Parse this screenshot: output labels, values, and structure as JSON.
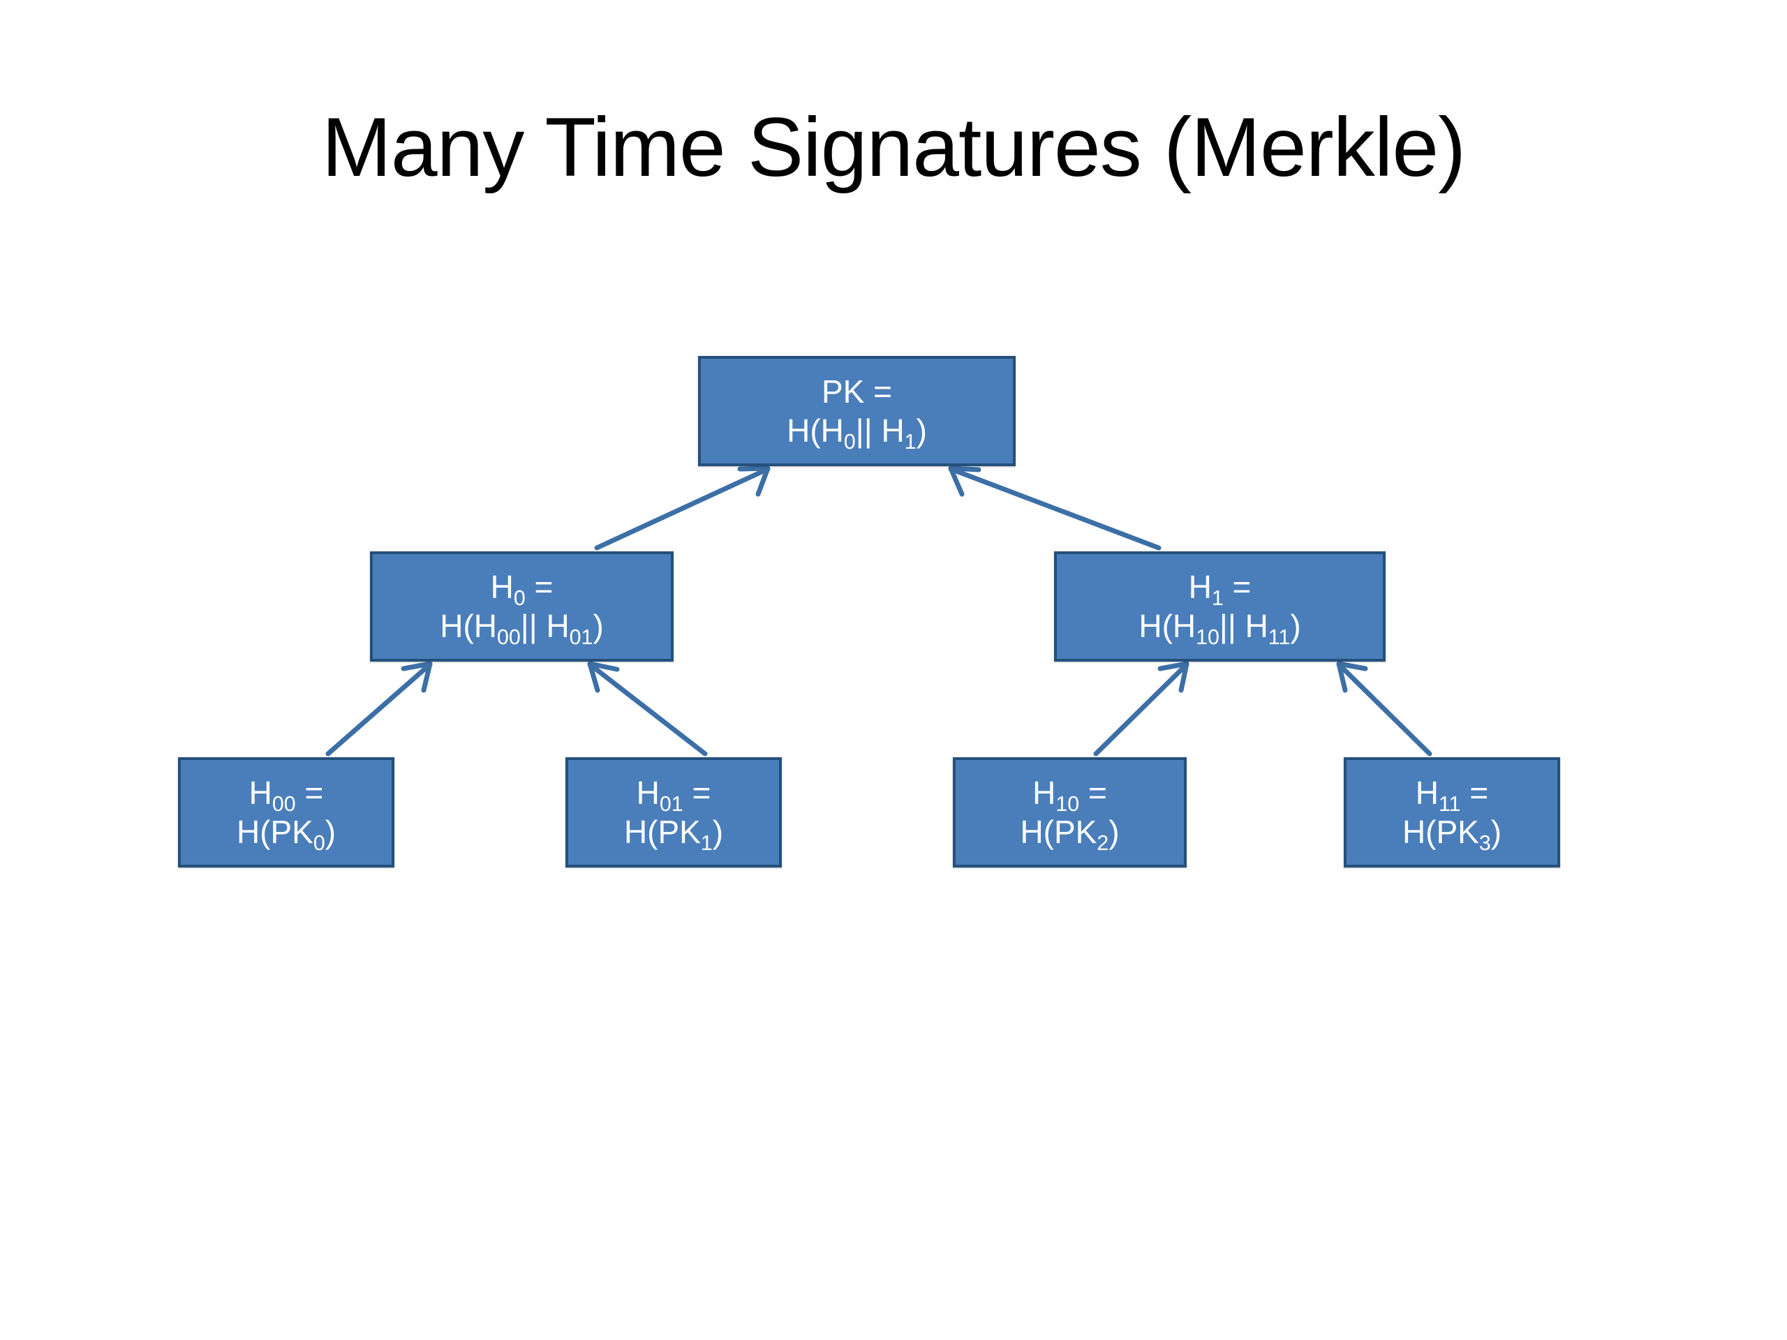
{
  "slide": {
    "title": "Many Time Signatures (Merkle)",
    "background_color": "#ffffff",
    "title_color": "#000000"
  },
  "theme": {
    "node_fill": "#4a7ebb",
    "node_border": "#24507d",
    "node_text": "#ffffff",
    "edge_color": "#3c6fa6"
  },
  "diagram": {
    "type": "merkle-hash-tree",
    "levels": 3,
    "nodes": [
      {
        "id": "root",
        "level": 0,
        "line1": "PK =",
        "line2_prefix": "H(H",
        "line2_sub1": "0",
        "line2_mid": "|| H",
        "line2_sub2": "1",
        "line2_suffix": ")",
        "text": "PK = H(H0|| H1)"
      },
      {
        "id": "h0",
        "level": 1,
        "line1_prefix": "H",
        "line1_sub": "0",
        "line1_suffix": " =",
        "line2_prefix": "H(H",
        "line2_sub1": "00",
        "line2_mid": "|| H",
        "line2_sub2": "01",
        "line2_suffix": ")",
        "text": "H0 = H(H00|| H01)"
      },
      {
        "id": "h1",
        "level": 1,
        "line1_prefix": "H",
        "line1_sub": "1",
        "line1_suffix": " =",
        "line2_prefix": "H(H",
        "line2_sub1": "10",
        "line2_mid": "|| H",
        "line2_sub2": "11",
        "line2_suffix": ")",
        "text": "H1 = H(H10|| H11)"
      },
      {
        "id": "h00",
        "level": 2,
        "line1_prefix": "H",
        "line1_sub": "00",
        "line1_suffix": " =",
        "line2_prefix": "H(PK",
        "line2_sub1": "0",
        "line2_suffix": ")",
        "text": "H00 = H(PK0)"
      },
      {
        "id": "h01",
        "level": 2,
        "line1_prefix": "H",
        "line1_sub": "01",
        "line1_suffix": " =",
        "line2_prefix": "H(PK",
        "line2_sub1": "1",
        "line2_suffix": ")",
        "text": "H01 = H(PK1)"
      },
      {
        "id": "h10",
        "level": 2,
        "line1_prefix": "H",
        "line1_sub": "10",
        "line1_suffix": " =",
        "line2_prefix": "H(PK",
        "line2_sub1": "2",
        "line2_suffix": ")",
        "text": "H10 = H(PK2)"
      },
      {
        "id": "h11",
        "level": 2,
        "line1_prefix": "H",
        "line1_sub": "11",
        "line1_suffix": " =",
        "line2_prefix": "H(PK",
        "line2_sub1": "3",
        "line2_suffix": ")",
        "text": "H11 = H(PK3)"
      }
    ],
    "edges": [
      {
        "from": "h0",
        "to": "root",
        "direction": "child-to-parent"
      },
      {
        "from": "h1",
        "to": "root",
        "direction": "child-to-parent"
      },
      {
        "from": "h00",
        "to": "h0",
        "direction": "child-to-parent"
      },
      {
        "from": "h01",
        "to": "h0",
        "direction": "child-to-parent"
      },
      {
        "from": "h10",
        "to": "h1",
        "direction": "child-to-parent"
      },
      {
        "from": "h11",
        "to": "h1",
        "direction": "child-to-parent"
      }
    ]
  }
}
